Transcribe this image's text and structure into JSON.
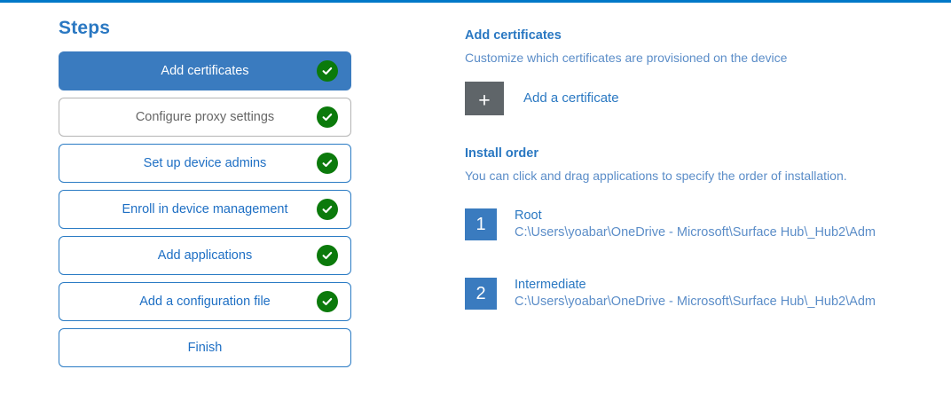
{
  "accent": {
    "top_rule_color": "#0078c8",
    "primary_blue": "#3a7bbf",
    "link_blue": "#2a78c2",
    "muted_gray": "#666666",
    "check_green": "#0b7a0b",
    "tile_gray": "#5f6569"
  },
  "steps": {
    "title": "Steps",
    "items": [
      {
        "label": "Add certificates",
        "state": "active",
        "completed": true,
        "icon": "check-circle-icon"
      },
      {
        "label": "Configure proxy settings",
        "state": "muted",
        "completed": true,
        "icon": "check-circle-icon"
      },
      {
        "label": "Set up device admins",
        "state": "default",
        "completed": true,
        "icon": "check-circle-icon"
      },
      {
        "label": "Enroll in device management",
        "state": "default",
        "completed": true,
        "icon": "check-circle-icon"
      },
      {
        "label": "Add applications",
        "state": "default",
        "completed": true,
        "icon": "check-circle-icon"
      },
      {
        "label": "Add a configuration file",
        "state": "default",
        "completed": true,
        "icon": "check-circle-icon"
      },
      {
        "label": "Finish",
        "state": "default",
        "completed": false,
        "icon": ""
      }
    ]
  },
  "detail": {
    "heading": "Add certificates",
    "subheading": "Customize which certificates are provisioned on the device",
    "add_certificate": {
      "icon": "plus-icon",
      "glyph": "+",
      "label": "Add a certificate"
    },
    "install_order": {
      "heading": "Install order",
      "subheading": "You can click and drag applications to specify the order of installation.",
      "items": [
        {
          "number": "1",
          "name": "Root",
          "path": "C:\\Users\\yoabar\\OneDrive - Microsoft\\Surface Hub\\_Hub2\\Adm"
        },
        {
          "number": "2",
          "name": "Intermediate",
          "path": "C:\\Users\\yoabar\\OneDrive - Microsoft\\Surface Hub\\_Hub2\\Adm"
        }
      ]
    }
  }
}
